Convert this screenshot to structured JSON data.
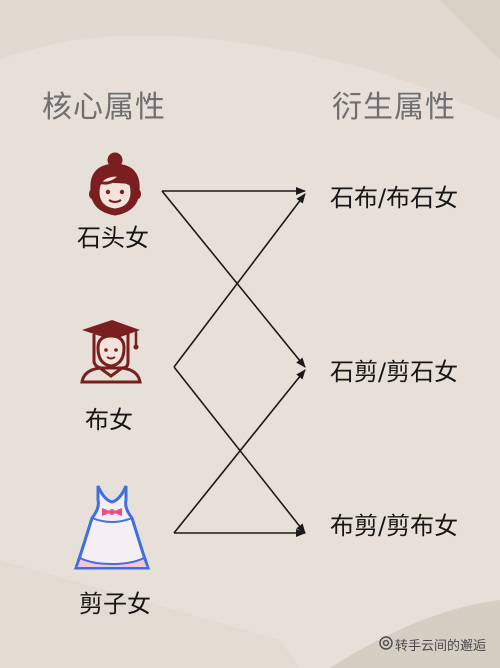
{
  "headings": {
    "core": "核心属性",
    "derived": "衍生属性"
  },
  "left_items": [
    {
      "label": "石头女",
      "icon": "woman-bun-icon"
    },
    {
      "label": "布女",
      "icon": "graduate-woman-icon"
    },
    {
      "label": "剪子女",
      "icon": "dress-icon"
    }
  ],
  "right_items": [
    {
      "label": "石布/布石女"
    },
    {
      "label": "石剪/剪石女"
    },
    {
      "label": "布剪/剪布女"
    }
  ],
  "connections": [
    {
      "from": "石头女",
      "to": "石布/布石女"
    },
    {
      "from": "石头女",
      "to": "石剪/剪石女"
    },
    {
      "from": "布女",
      "to": "石布/布石女"
    },
    {
      "from": "布女",
      "to": "布剪/剪布女"
    },
    {
      "from": "剪子女",
      "to": "石剪/剪石女"
    },
    {
      "from": "剪子女",
      "to": "布剪/剪布女"
    }
  ],
  "watermark": {
    "icon": "at-icon",
    "text": "转手云间的邂逅"
  },
  "colors": {
    "background": "#e6e0d8",
    "heading": "#6f6f6f",
    "text": "#161616",
    "avatar_dark_red": "#7a1f1f",
    "dress_blue": "#3f6fe0",
    "dress_pink": "#e94f8a"
  }
}
